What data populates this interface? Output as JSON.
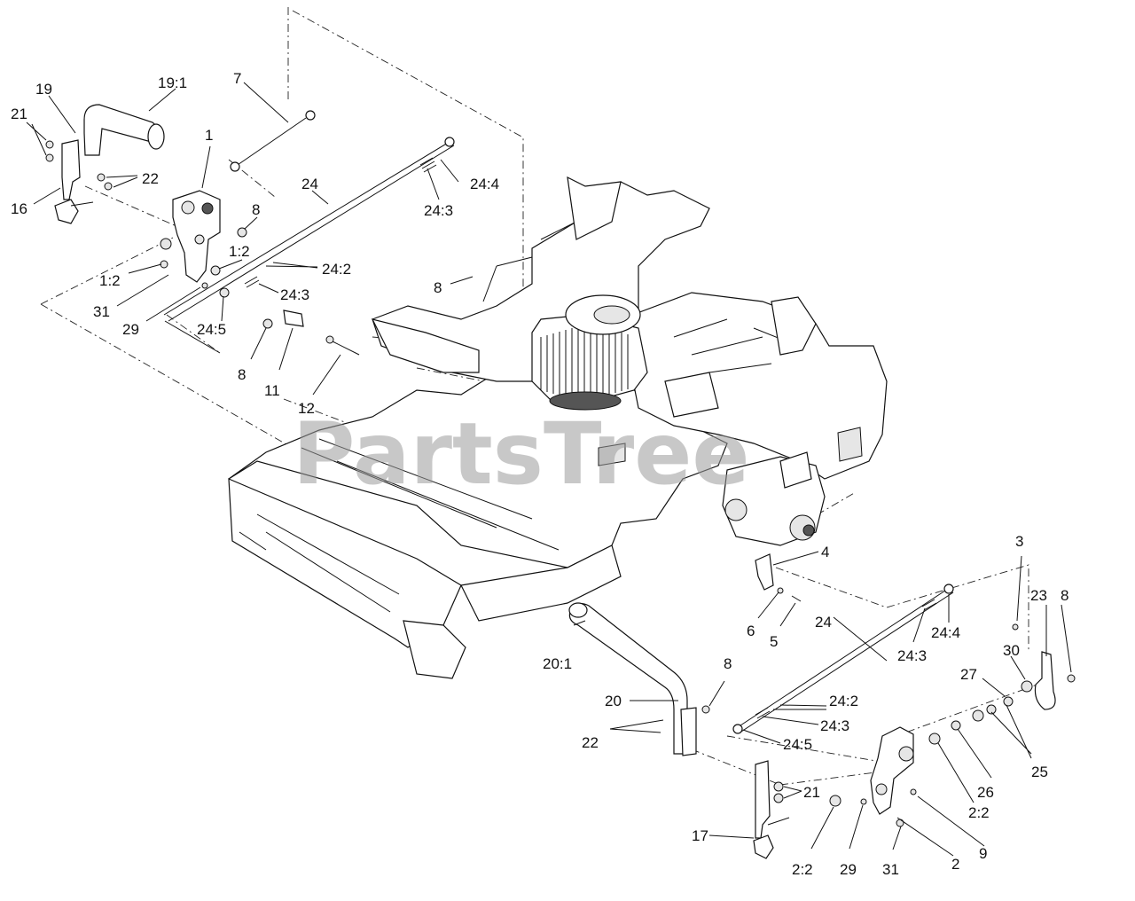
{
  "watermark": "PartsTree",
  "labels": {
    "l1": "1",
    "l1_2a": "1:2",
    "l1_2b": "1:2",
    "l2": "2",
    "l2_2a": "2:2",
    "l2_2b": "2:2",
    "l3": "3",
    "l4": "4",
    "l5": "5",
    "l6": "6",
    "l7": "7",
    "l8a": "8",
    "l8b": "8",
    "l8c": "8",
    "l8d": "8",
    "l8e": "8",
    "l9": "9",
    "l11": "11",
    "l12": "12",
    "l16": "16",
    "l17": "17",
    "l19": "19",
    "l19_1": "19:1",
    "l20": "20",
    "l20_1": "20:1",
    "l21a": "21",
    "l21b": "21",
    "l22a": "22",
    "l22b": "22",
    "l23": "23",
    "l24a": "24",
    "l24b": "24",
    "l24_2a": "24:2",
    "l24_2b": "24:2",
    "l24_3a": "24:3",
    "l24_3b": "24:3",
    "l24_3c": "24:3",
    "l24_3d": "24:3",
    "l24_4a": "24:4",
    "l24_4b": "24:4",
    "l24_5a": "24:5",
    "l24_5b": "24:5",
    "l25": "25",
    "l26": "26",
    "l27": "27",
    "l29a": "29",
    "l29b": "29",
    "l30": "30",
    "l31a": "31",
    "l31b": "31"
  }
}
